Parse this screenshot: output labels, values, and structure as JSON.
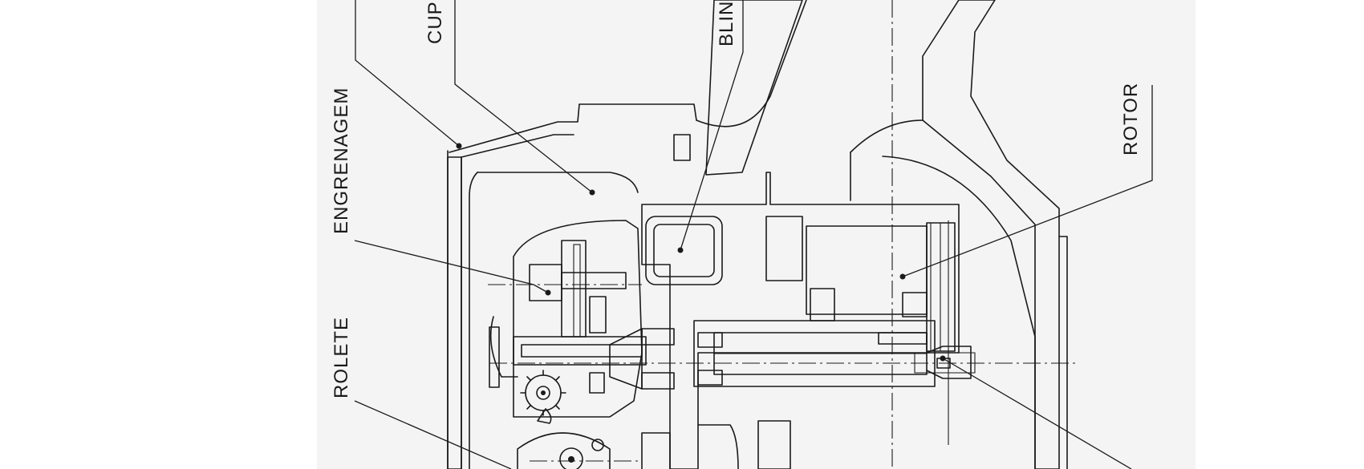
{
  "labels": {
    "cupula": "CUPU",
    "blindagem": "BLIN",
    "engrenagem": "ENGRENAGEM",
    "rotor": "ROTOR",
    "rolete": "ROLETE"
  },
  "colors": {
    "ink": "#1a1a1a",
    "paper": "#f4f4f4",
    "background": "#ffffff"
  }
}
